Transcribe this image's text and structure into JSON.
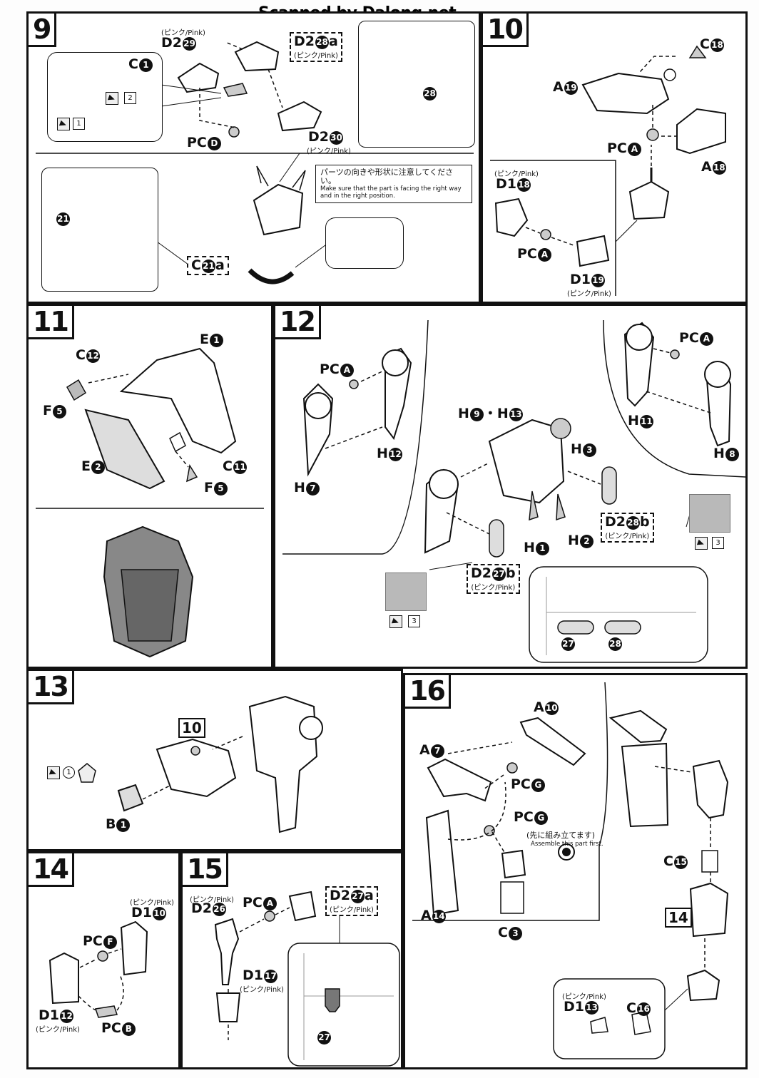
{
  "watermark": "Scanned by Dalong.net",
  "steps": {
    "s9": {
      "number": "9",
      "labels": {
        "c1": {
          "letter": "C",
          "num": "1"
        },
        "d229": {
          "pre": "(ピンク/Pink)",
          "letter": "D2",
          "num": "29"
        },
        "d228a": {
          "letter": "D2",
          "num": "28",
          "suffix": "a",
          "sub": "(ピンク/Pink)"
        },
        "pcd": {
          "letter": "PC",
          "num": "D"
        },
        "d230": {
          "letter": "D2",
          "num": "30",
          "sub": "(ピンク/Pink)"
        },
        "c21a": {
          "letter": "C",
          "num": "21",
          "suffix": "a"
        },
        "runner21": "21",
        "runner28": "28"
      },
      "icon1": "1",
      "icon2": "2",
      "note_jp": "パーツの向きや形状に注意してください。",
      "note_en": "Make sure that the part is facing the right way and in the right position."
    },
    "s10": {
      "number": "10",
      "labels": {
        "c18": {
          "letter": "C",
          "num": "18"
        },
        "a19": {
          "letter": "A",
          "num": "19"
        },
        "pca1": {
          "letter": "PC",
          "num": "A"
        },
        "a18": {
          "letter": "A",
          "num": "18"
        },
        "d118": {
          "pre": "(ピンク/Pink)",
          "letter": "D1",
          "num": "18"
        },
        "pca2": {
          "letter": "PC",
          "num": "A"
        },
        "d119": {
          "letter": "D1",
          "num": "19",
          "sub": "(ピンク/Pink)"
        }
      }
    },
    "s11": {
      "number": "11",
      "labels": {
        "e1": {
          "letter": "E",
          "num": "1"
        },
        "c12": {
          "letter": "C",
          "num": "12"
        },
        "f5a": {
          "letter": "F",
          "num": "5"
        },
        "e2": {
          "letter": "E",
          "num": "2"
        },
        "c11": {
          "letter": "C",
          "num": "11"
        },
        "f5b": {
          "letter": "F",
          "num": "5"
        }
      }
    },
    "s12": {
      "number": "12",
      "labels": {
        "pca1": {
          "letter": "PC",
          "num": "A"
        },
        "h12": {
          "letter": "H",
          "num": "12"
        },
        "h7": {
          "letter": "H",
          "num": "7"
        },
        "h9h13": {
          "letter": "H",
          "num": "9",
          "mid": "・H",
          "num2": "13"
        },
        "h3": {
          "letter": "H",
          "num": "3"
        },
        "h1": {
          "letter": "H",
          "num": "1"
        },
        "h2": {
          "letter": "H",
          "num": "2"
        },
        "pca2": {
          "letter": "PC",
          "num": "A"
        },
        "h11": {
          "letter": "H",
          "num": "11"
        },
        "h8": {
          "letter": "H",
          "num": "8"
        },
        "d228b": {
          "letter": "D2",
          "num": "28",
          "suffix": "b",
          "sub": "(ピンク/Pink)"
        },
        "d227b": {
          "letter": "D2",
          "num": "27",
          "suffix": "b",
          "sub": "(ピンク/Pink)"
        },
        "runner27": "27",
        "runner28": "28"
      },
      "icon3a": "3",
      "icon3b": "3"
    },
    "s13": {
      "number": "13",
      "ref": "10",
      "labels": {
        "b1": {
          "letter": "B",
          "num": "1"
        }
      },
      "icon1": "1"
    },
    "s14": {
      "number": "14",
      "labels": {
        "d110": {
          "pre": "(ピンク/Pink)",
          "letter": "D1",
          "num": "10"
        },
        "pcf": {
          "letter": "PC",
          "num": "F"
        },
        "d112": {
          "letter": "D1",
          "num": "12",
          "sub": "(ピンク/Pink)"
        },
        "pcb": {
          "letter": "PC",
          "num": "B"
        }
      }
    },
    "s15": {
      "number": "15",
      "labels": {
        "d226": {
          "pre": "(ピンク/Pink)",
          "letter": "D2",
          "num": "26"
        },
        "pca": {
          "letter": "PC",
          "num": "A"
        },
        "d227a": {
          "letter": "D2",
          "num": "27",
          "suffix": "a",
          "sub": "(ピンク/Pink)"
        },
        "d117": {
          "letter": "D1",
          "num": "17",
          "sub": "(ピンク/Pink)"
        },
        "runner27": "27"
      }
    },
    "s16": {
      "number": "16",
      "labels": {
        "a10": {
          "letter": "A",
          "num": "10"
        },
        "a7": {
          "letter": "A",
          "num": "7"
        },
        "pcg1": {
          "letter": "PC",
          "num": "G"
        },
        "pcg2": {
          "letter": "PC",
          "num": "G"
        },
        "a14": {
          "letter": "A",
          "num": "14"
        },
        "c3": {
          "letter": "C",
          "num": "3"
        },
        "c15": {
          "letter": "C",
          "num": "15"
        },
        "d113": {
          "pre": "(ピンク/Pink)",
          "letter": "D1",
          "num": "13"
        },
        "c16": {
          "letter": "C",
          "num": "16"
        }
      },
      "ref14": "14",
      "first_jp": "(先に組み立てます)",
      "first_en": "Assemble this part first."
    }
  }
}
